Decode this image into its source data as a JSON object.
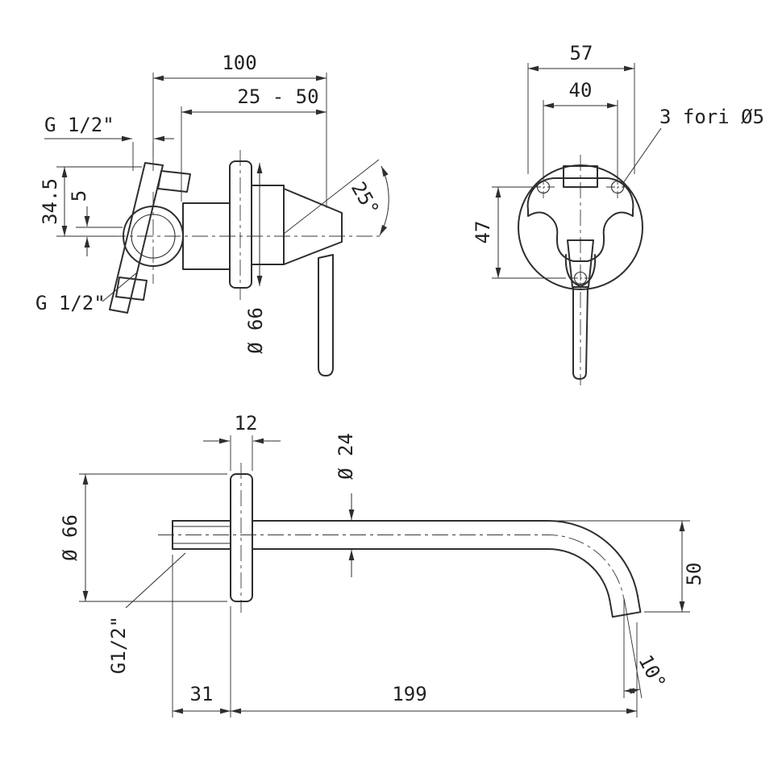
{
  "drawing": {
    "background": "#ffffff",
    "line_color": "#2e2e2e"
  },
  "views": {
    "mixer_side": {
      "name": "concealed-mixer-side-view",
      "dims": {
        "width_100": "100",
        "depth_range": "25 - 50",
        "thread_top": "G 1/2\"",
        "height_34_5": "34.5",
        "offset_5": "5",
        "thread_bottom": "G 1/2\"",
        "flange_diameter": "Ø 66",
        "handle_angle": "25°"
      }
    },
    "mixer_front": {
      "name": "concealed-mixer-front-view",
      "dims": {
        "width_57": "57",
        "hole_spacing_40": "40",
        "height_47": "47",
        "holes_note": "3 fori Ø5"
      }
    },
    "spout_side": {
      "name": "wall-spout-side-view",
      "dims": {
        "flange_thickness_12": "12",
        "tube_diameter": "Ø 24",
        "flange_diameter": "Ø 66",
        "thread": "G1/2\"",
        "wall_offset_31": "31",
        "reach_199": "199",
        "drop_50": "50",
        "outlet_angle": "10°"
      }
    }
  }
}
